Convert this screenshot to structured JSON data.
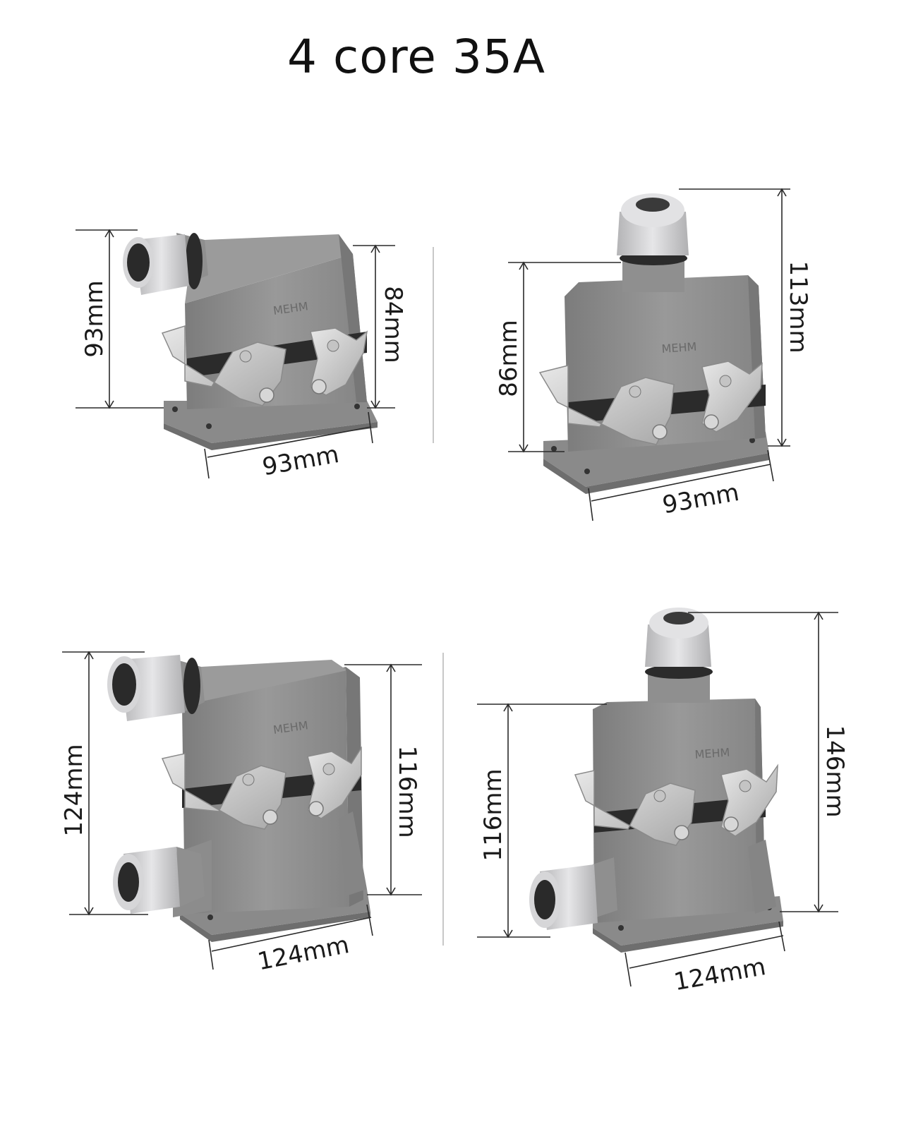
{
  "header": {
    "title": "4 core 35A"
  },
  "products": [
    {
      "id": "p1",
      "dims": {
        "height": "93mm",
        "body_height": "84mm",
        "width": "93mm"
      }
    },
    {
      "id": "p2",
      "dims": {
        "body_height": "86mm",
        "height": "113mm",
        "width": "93mm"
      }
    },
    {
      "id": "p3",
      "dims": {
        "height": "124mm",
        "body_height": "116mm",
        "width": "124mm"
      }
    },
    {
      "id": "p4",
      "dims": {
        "body_height": "116mm",
        "height": "146mm",
        "width": "124mm"
      }
    }
  ],
  "colors": {
    "housing": "#8c8c8c",
    "housing_light": "#a5a5a5",
    "housing_dark": "#6f6f6f",
    "gland": "#c7c7c9",
    "lever": "#c9c9c9",
    "seal": "#2b2b2b"
  }
}
